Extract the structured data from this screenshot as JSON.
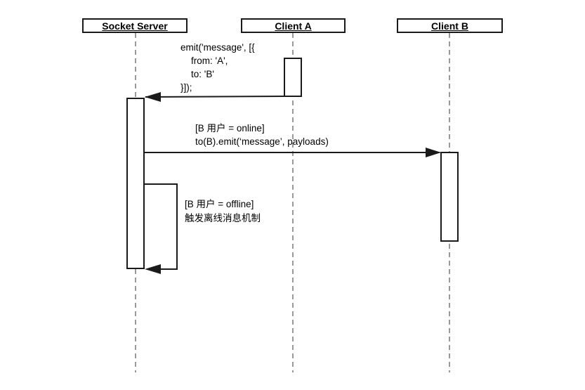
{
  "diagram": {
    "type": "sequence-diagram",
    "actors": [
      {
        "name": "Socket Server"
      },
      {
        "name": "Client A"
      },
      {
        "name": "Client B"
      }
    ],
    "messages": [
      {
        "from": "Client A",
        "to": "Socket Server",
        "label": "emit('message', [{\n    from: 'A',\n    to: 'B'\n}]);"
      },
      {
        "from": "Socket Server",
        "to": "Client B",
        "label": "[B 用户 = online]\nto(B).emit(‘message’, payloads)"
      },
      {
        "from": "Socket Server",
        "to": "Socket Server",
        "label": "[B 用户 = offline]\n触发离线消息机制"
      }
    ],
    "colors": {
      "background": "#ffffff",
      "line": "#1a1a1a",
      "lifeline": "#999999",
      "text": "#000000"
    }
  }
}
